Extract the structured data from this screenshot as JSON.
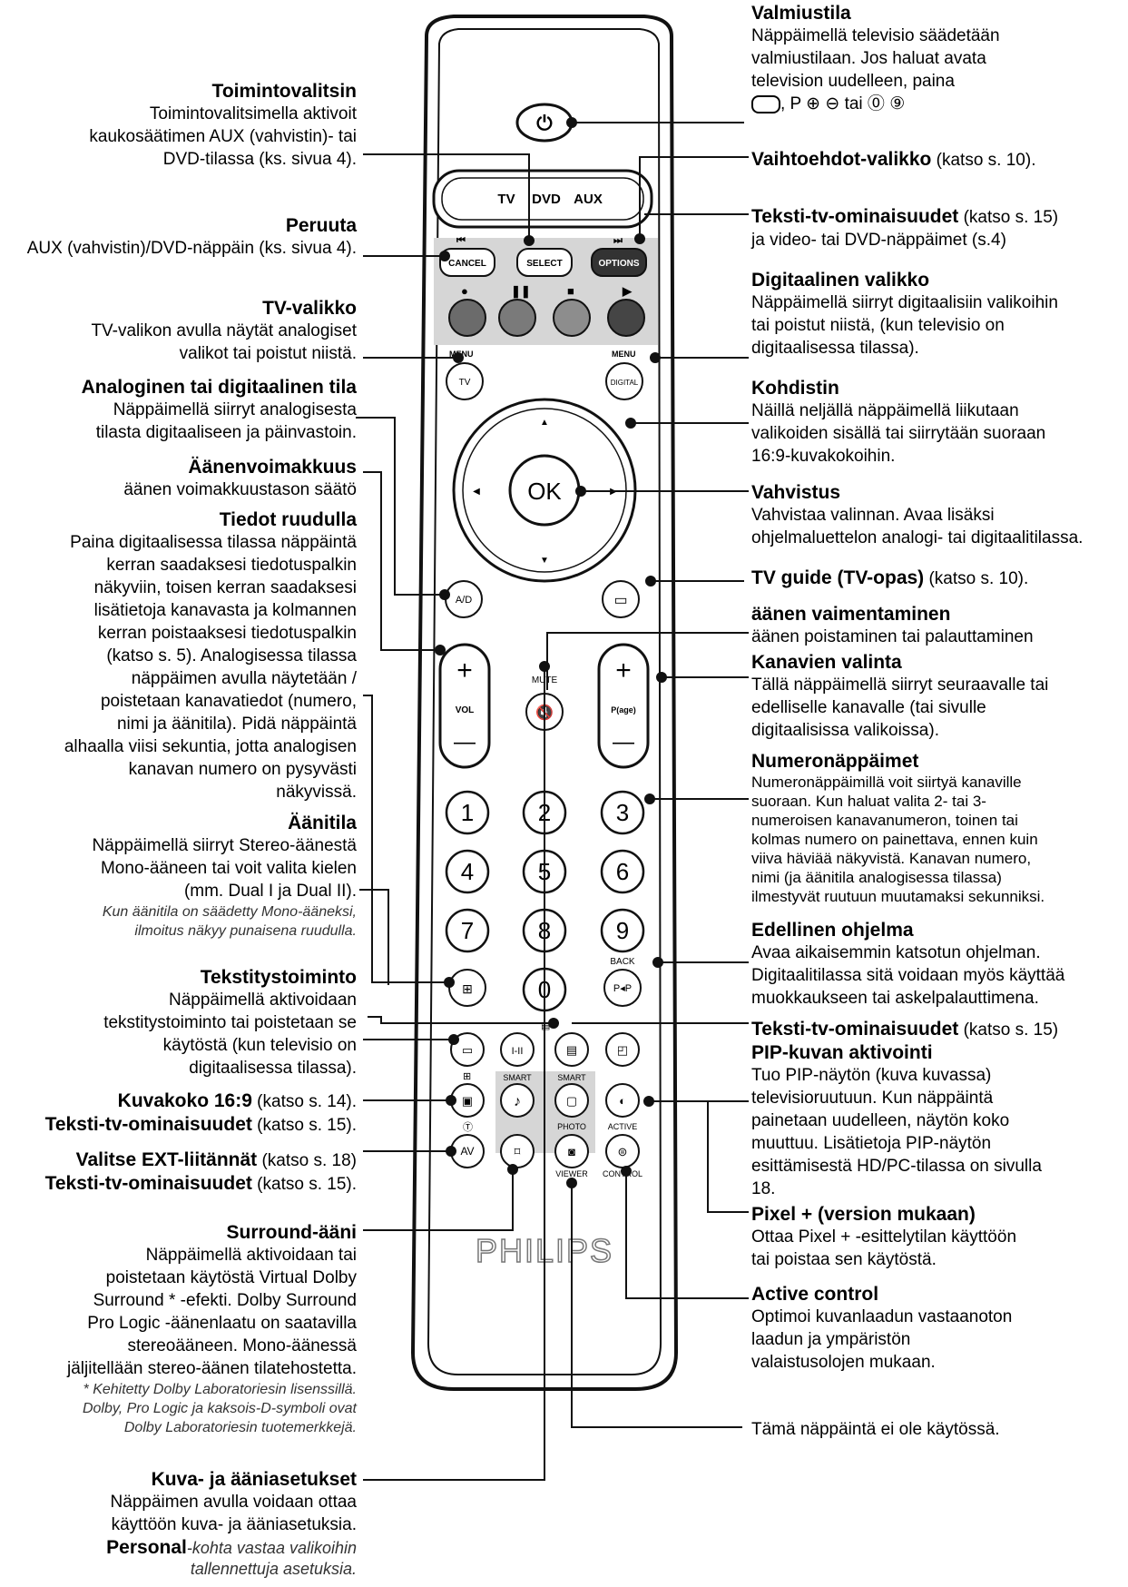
{
  "left": [
    {
      "title": "Toimintovalitsin",
      "body": [
        "Toimintovalitsimella aktivoit",
        "kaukosäätimen AUX (vahvistin)- tai",
        "DVD-tilassa (ks. sivua 4)."
      ]
    },
    {
      "title": "Peruuta",
      "body": [
        "AUX (vahvistin)/DVD-näppäin (ks. sivua 4)."
      ]
    },
    {
      "title": "TV-valikko",
      "body": [
        "TV-valikon avulla näytät analogiset",
        "valikot tai poistut niistä."
      ]
    },
    {
      "title": "Analoginen tai digitaalinen tila",
      "body": [
        "Näppäimellä siirryt analogisesta",
        "tilasta digitaaliseen ja päinvastoin."
      ]
    },
    {
      "title": "Äänenvoimakkuus",
      "body": [
        "äänen voimakkuustason säätö"
      ]
    },
    {
      "title": "Tiedot ruudulla",
      "body": [
        "Paina digitaalisessa tilassa näppäintä",
        "kerran saadaksesi tiedotuspalkin",
        "näkyviin, toisen kerran saadaksesi",
        "lisätietoja kanavasta ja kolmannen",
        "kerran poistaaksesi tiedotuspalkin",
        "(katso s. 5). Analogisessa tilassa",
        "näppäimen avulla näytetään /",
        "poistetaan kanavatiedot (numero,",
        "nimi ja äänitila). Pidä näppäintä",
        "alhaalla viisi sekuntia, jotta analogisen",
        "kanavan numero on pysyvästi",
        "näkyvissä."
      ]
    },
    {
      "title": "Äänitila",
      "body": [
        "Näppäimellä siirryt Stereo-äänestä",
        "Mono-ääneen tai voit valita kielen",
        "(mm. Dual I ja Dual II)."
      ],
      "italic": [
        "Kun äänitila on säädetty Mono-ääneksi,",
        "ilmoitus näkyy punaisena ruudulla."
      ]
    },
    {
      "title": "Tekstitystoiminto",
      "body": [
        "Näppäimellä aktivoidaan",
        "tekstitystoiminto tai poistetaan se",
        "käytöstä (kun televisio on",
        "digitaalisessa tilassa)."
      ]
    },
    {
      "lines": [
        {
          "b": "Kuvakoko 16:9",
          "t": " (katso s. 14)."
        },
        {
          "b": "Teksti-tv-ominaisuudet",
          "t": " (katso s. 15)."
        }
      ]
    },
    {
      "lines": [
        {
          "b": "Valitse EXT-liitännät",
          "t": " (katso s. 18)"
        },
        {
          "b": "Teksti-tv-ominaisuudet",
          "t": "  (katso s. 15)."
        }
      ]
    },
    {
      "title": "Surround-ääni",
      "body": [
        "Näppäimellä aktivoidaan tai",
        "poistetaan käytöstä Virtual Dolby",
        "Surround * -efekti. Dolby Surround",
        "Pro Logic -äänenlaatu on saatavilla",
        "stereoääneen. Mono-äänessä",
        "jäljitellään stereo-äänen tilatehostetta."
      ],
      "italic": [
        "* Kehitetty Dolby Laboratoriesin lisenssillä.",
        "Dolby, Pro Logic ja kaksois-D-symboli ovat",
        "Dolby Laboratoriesin tuotemerkkejä."
      ]
    },
    {
      "title": "Kuva- ja ääniasetukset",
      "body": [
        "Näppäimen avulla voidaan ottaa",
        "käyttöön kuva- ja ääniasetuksia."
      ],
      "mixed": {
        "b": "Personal",
        "i": "-kohta vastaa valikoihin"
      },
      "italic": [
        "tallennettuja asetuksia."
      ]
    }
  ],
  "right": [
    {
      "title": "Valmiustila",
      "body": [
        "Näppäimellä televisio säädetään",
        "valmiustilaan. Jos haluat avata",
        "television uudelleen, paina"
      ],
      "symbols": ", P ⊕ ⊖  tai"
    },
    {
      "lines": [
        {
          "b": "Vaihtoehdot-valikko",
          "t": " (katso s. 10)."
        }
      ]
    },
    {
      "lines": [
        {
          "b": "Teksti-tv-ominaisuudet",
          "t": " (katso s. 15)"
        }
      ],
      "body": [
        "ja video- tai DVD-näppäimet (s.4)"
      ]
    },
    {
      "title": "Digitaalinen valikko",
      "body": [
        "Näppäimellä siirryt digitaalisiin valikoihin",
        "tai poistut niistä, (kun televisio on",
        "digitaalisessa tilassa)."
      ]
    },
    {
      "title": "Kohdistin",
      "body": [
        "Näillä neljällä näppäimellä liikutaan",
        "valikoiden sisällä tai siirrytään suoraan",
        "16:9-kuvakokoihin."
      ]
    },
    {
      "title": "Vahvistus",
      "body": [
        "Vahvistaa valinnan.  Avaa lisäksi",
        "ohjelmaluettelon analogi- tai digitaalitilassa."
      ]
    },
    {
      "lines": [
        {
          "b": "TV guide (TV-opas)",
          "t": " (katso s. 10)."
        }
      ]
    },
    {
      "title": "äänen vaimentaminen",
      "body": [
        "äänen poistaminen tai palauttaminen"
      ]
    },
    {
      "title": "Kanavien valinta",
      "body": [
        "Tällä näppäimellä siirryt seuraavalle tai",
        "edelliselle kanavalle (tai sivulle",
        "digitaalisissa valikoissa)."
      ]
    },
    {
      "title": "Numeronäppäimet",
      "body": [
        "Numeronäppäimillä voit siirtyä kanaville",
        "suoraan. Kun haluat valita 2- tai 3-",
        "numeroisen kanavanumeron, toinen tai",
        "kolmas numero on painettava, ennen kuin",
        "viiva häviää näkyvistä. Kanavan numero,",
        "nimi (ja äänitila analogisessa tilassa)",
        "ilmestyvät ruutuun muutamaksi sekunniksi."
      ]
    },
    {
      "title": "Edellinen ohjelma",
      "body": [
        "Avaa aikaisemmin katsotun ohjelman.",
        "Digitaalitilassa sitä voidaan myös käyttää",
        "muokkaukseen tai askelpalauttimena."
      ]
    },
    {
      "lines": [
        {
          "b": "Teksti-tv-ominaisuudet",
          "t": " (katso s. 15)"
        }
      ]
    },
    {
      "title": "PIP-kuvan aktivointi",
      "body": [
        "Tuo PIP-näytön (kuva kuvassa)",
        "televisioruutuun. Kun näppäintä",
        "painetaan uudelleen, näytön koko",
        "muuttuu. Lisätietoja PIP-näytön",
        "esittämisestä HD/PC-tilassa on sivulla",
        "18."
      ]
    },
    {
      "title": "Pixel + (version mukaan)",
      "body": [
        "Ottaa Pixel + -esittelytilan käyttöön",
        "tai poistaa sen käytöstä."
      ]
    },
    {
      "title": "Active control",
      "body": [
        "Optimoi kuvanlaadun vastaanoton",
        "laadun ja ympäristön",
        "valaistusolojen mukaan."
      ]
    },
    {
      "body": [
        "Tämä näppäintä ei ole käytössä."
      ]
    }
  ],
  "remote": {
    "brand": "PHILIPS",
    "source_labels": [
      "TV",
      "DVD",
      "AUX"
    ],
    "select": "SELECT",
    "cancel": "CANCEL",
    "options": "OPTIONS",
    "menu": "MENU",
    "tv": "TV",
    "digital": "DIGITAL",
    "ok": "OK",
    "ad": "A/D",
    "mute": "MUTE",
    "vol": "VOL",
    "plage": "P(age)",
    "plus": "+",
    "minus": "—",
    "digits": [
      "1",
      "2",
      "3",
      "4",
      "5",
      "6",
      "7",
      "8",
      "9",
      "0"
    ],
    "back": "BACK",
    "pp": "P◂P",
    "smart1": "SMART",
    "smart2": "SMART",
    "av": "AV",
    "photo": "PHOTO",
    "viewer": "VIEWER",
    "active": "ACTIVE",
    "control": "CONTROL",
    "colors": {
      "red": "#6b6b6b",
      "green": "#7a7a7a",
      "yellow": "#8d8d8d",
      "blue": "#454545",
      "shade": "#d6d6d6"
    }
  }
}
